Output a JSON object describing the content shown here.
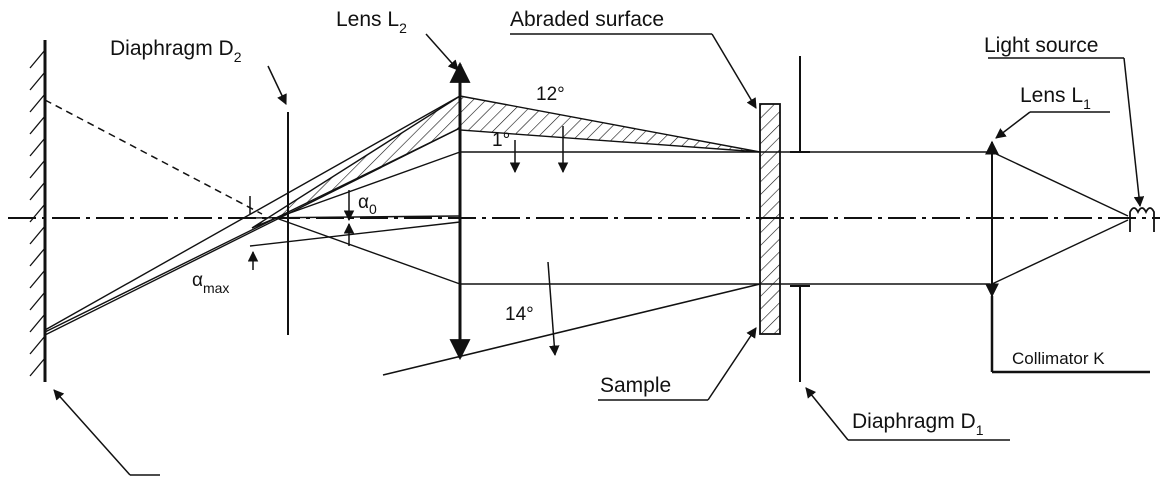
{
  "labels": {
    "diaphragm_d2": {
      "text": "Diaphragm D",
      "sub": "2"
    },
    "lens_l2": {
      "text": "Lens L",
      "sub": "2"
    },
    "abraded_surface": "Abraded surface",
    "light_source": "Light source",
    "lens_l1": {
      "text": "Lens L",
      "sub": "1"
    },
    "angle_12": "12°",
    "angle_1": "1°",
    "alpha_0": {
      "text": "α",
      "sub": "0"
    },
    "alpha_max": {
      "text": "α",
      "sub": "max"
    },
    "angle_14": "14°",
    "sample": "Sample",
    "collimator_k": "Collimator K",
    "diaphragm_d1": {
      "text": "Diaphragm D",
      "sub": "1"
    }
  },
  "colors": {
    "ink": "#111111",
    "background": "#ffffff"
  }
}
